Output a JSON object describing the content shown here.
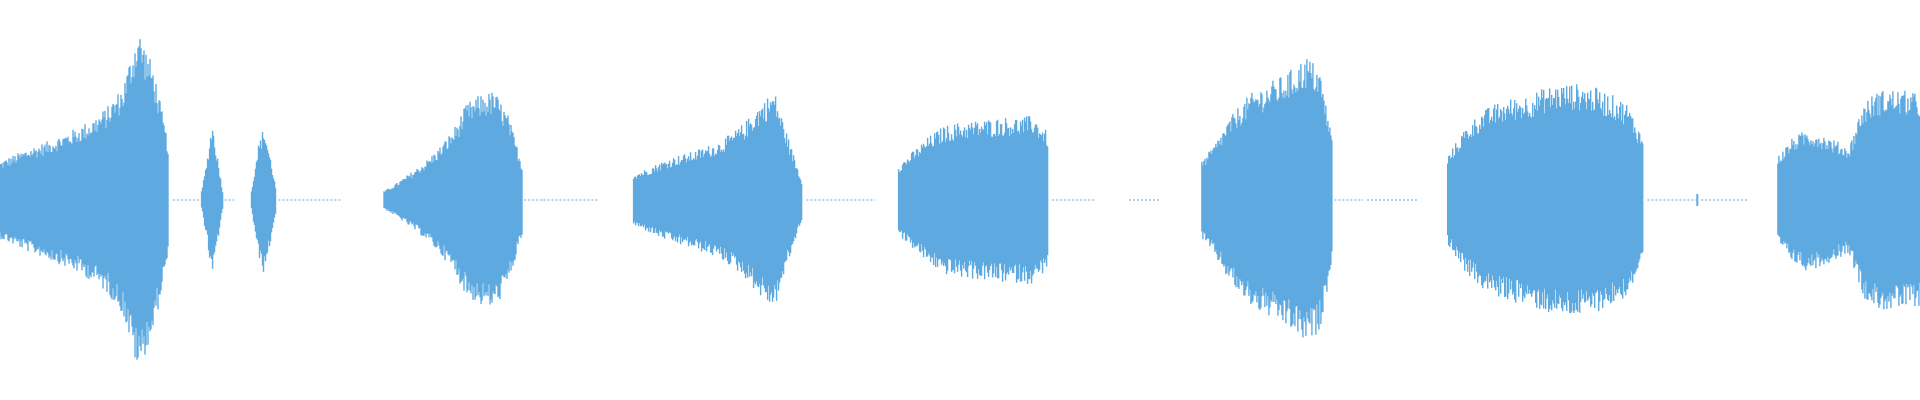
{
  "waveform": {
    "color": "#5eaae0",
    "background": "#ffffff",
    "duration_fraction_segments": [
      {
        "start": 0.0,
        "end": 0.088,
        "env": [
          0.22,
          0.26,
          0.3,
          0.33,
          0.37,
          0.41,
          0.46,
          0.53,
          0.65,
          0.98,
          0.75,
          0.3
        ]
      },
      {
        "start": 0.105,
        "end": 0.116,
        "env": [
          0.05,
          0.22,
          0.45,
          0.25,
          0.05
        ]
      },
      {
        "start": 0.131,
        "end": 0.144,
        "env": [
          0.05,
          0.3,
          0.42,
          0.25,
          0.05
        ]
      },
      {
        "start": 0.2,
        "end": 0.272,
        "env": [
          0.05,
          0.1,
          0.16,
          0.22,
          0.3,
          0.4,
          0.55,
          0.6,
          0.62,
          0.48,
          0.2
        ]
      },
      {
        "start": 0.33,
        "end": 0.418,
        "env": [
          0.15,
          0.18,
          0.22,
          0.25,
          0.27,
          0.3,
          0.33,
          0.38,
          0.45,
          0.55,
          0.62,
          0.35,
          0.1
        ]
      },
      {
        "start": 0.468,
        "end": 0.546,
        "env": [
          0.2,
          0.28,
          0.36,
          0.42,
          0.44,
          0.45,
          0.46,
          0.47,
          0.47,
          0.48,
          0.38
        ]
      },
      {
        "start": 0.626,
        "end": 0.694,
        "env": [
          0.22,
          0.32,
          0.45,
          0.55,
          0.62,
          0.66,
          0.7,
          0.75,
          0.82,
          0.75,
          0.35
        ]
      },
      {
        "start": 0.754,
        "end": 0.856,
        "env": [
          0.25,
          0.4,
          0.5,
          0.55,
          0.58,
          0.6,
          0.64,
          0.66,
          0.66,
          0.64,
          0.6,
          0.55,
          0.35
        ]
      },
      {
        "start": 0.926,
        "end": 1.0,
        "env": [
          0.25,
          0.35,
          0.4,
          0.38,
          0.34,
          0.3,
          0.55,
          0.62,
          0.63,
          0.62,
          0.6
        ]
      }
    ],
    "silent_ticks": [
      {
        "start": 0.09,
        "end": 0.104
      },
      {
        "start": 0.117,
        "end": 0.122
      },
      {
        "start": 0.145,
        "end": 0.178
      },
      {
        "start": 0.273,
        "end": 0.284
      },
      {
        "start": 0.283,
        "end": 0.312
      },
      {
        "start": 0.42,
        "end": 0.456
      },
      {
        "start": 0.548,
        "end": 0.57
      },
      {
        "start": 0.588,
        "end": 0.604
      },
      {
        "start": 0.695,
        "end": 0.71
      },
      {
        "start": 0.712,
        "end": 0.738
      },
      {
        "start": 0.858,
        "end": 0.884
      },
      {
        "start": 0.886,
        "end": 0.91
      }
    ],
    "click_marks": [
      0.884
    ]
  }
}
